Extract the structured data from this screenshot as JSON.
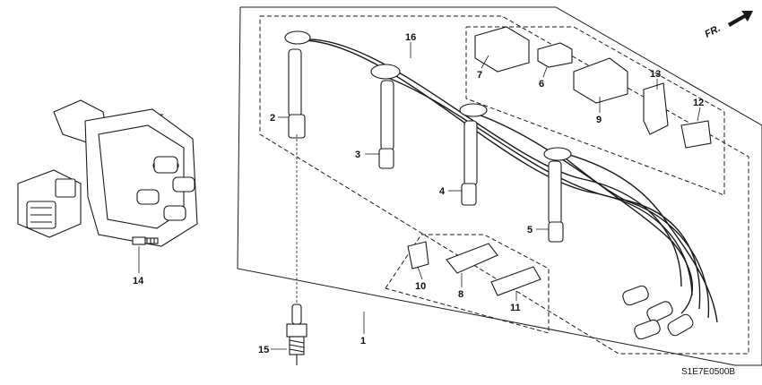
{
  "diagram_code": "S1E7E0500B",
  "direction_label": "FR.",
  "callouts": {
    "c1": "1",
    "c2": "2",
    "c3": "3",
    "c4": "4",
    "c5": "5",
    "c6": "6",
    "c7": "7",
    "c8": "8",
    "c9": "9",
    "c10": "10",
    "c11": "11",
    "c12": "12",
    "c13": "13",
    "c14": "14",
    "c15": "15",
    "c16": "16"
  },
  "colors": {
    "line": "#1a1a1a",
    "background": "#ffffff"
  }
}
